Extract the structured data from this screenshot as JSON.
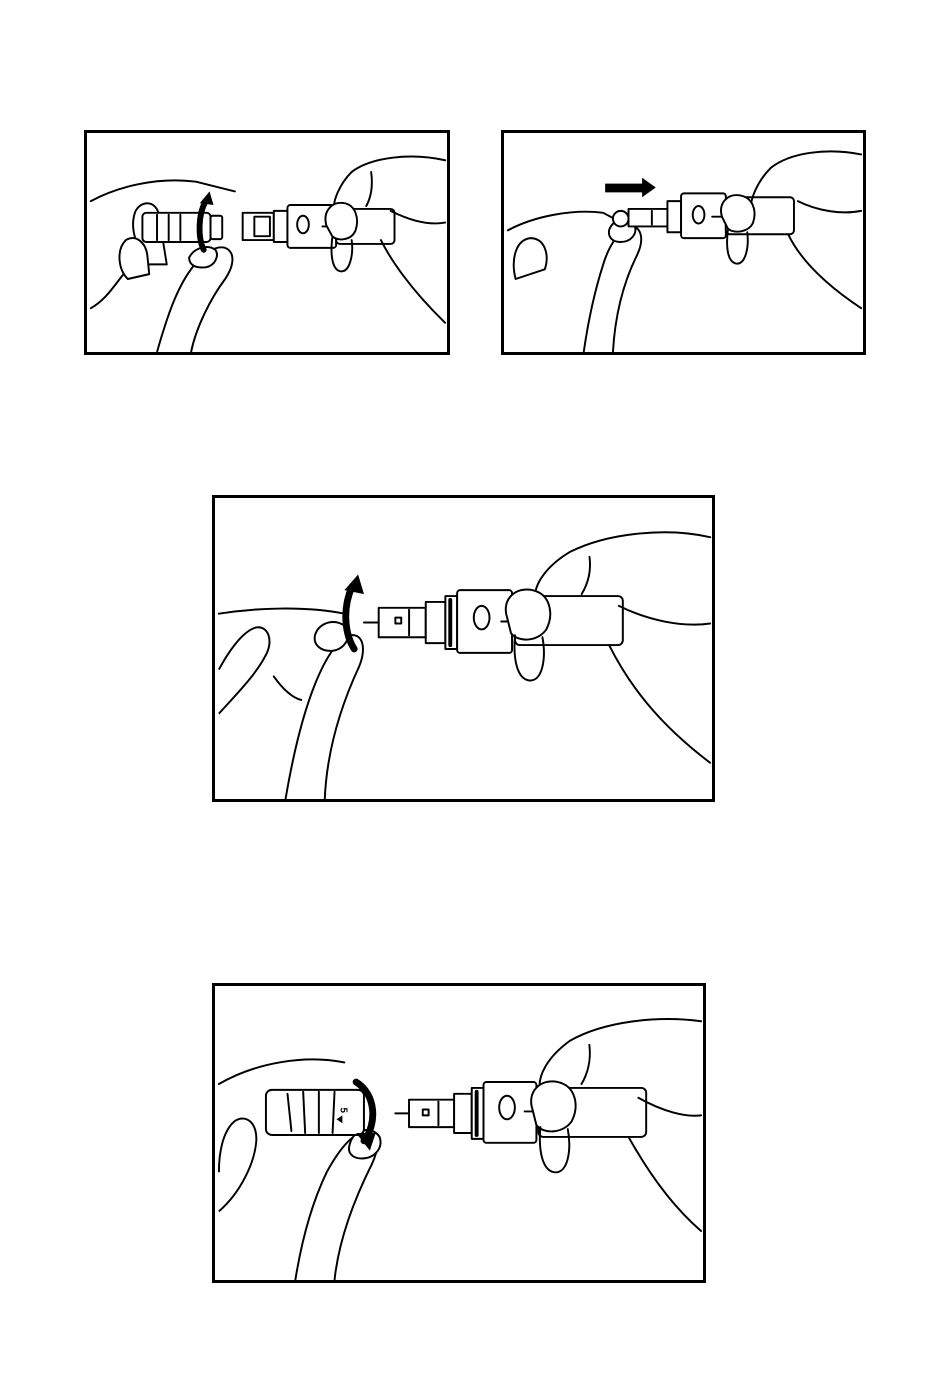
{
  "panels": [
    {
      "id": "p1",
      "step": "twist-off-cap"
    },
    {
      "id": "p2",
      "step": "insert-lancet"
    },
    {
      "id": "p3",
      "step": "twist-off-protective-cap"
    },
    {
      "id": "p4",
      "step": "replace-cap-and-dial"
    }
  ],
  "dial": {
    "marking": "5"
  },
  "colors": {
    "line": "#000000",
    "background": "#ffffff"
  },
  "icons": [
    "curved-arrow-icon",
    "straight-arrow-icon"
  ]
}
